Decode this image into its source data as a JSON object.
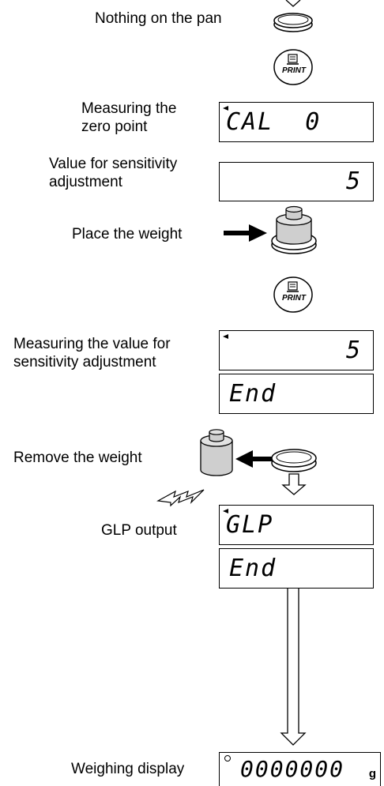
{
  "labels": {
    "nothing_on_pan": "Nothing on the pan",
    "measuring_zero_1": "Measuring the",
    "measuring_zero_2": "zero point",
    "value_sens_1": "Value for sensitivity",
    "value_sens_2": "adjustment",
    "place_weight": "Place the weight",
    "measuring_value_1": "Measuring the value for",
    "measuring_value_2": "sensitivity adjustment",
    "remove_weight": "Remove the weight",
    "glp_output": "GLP output",
    "weighing_display": "Weighing display"
  },
  "keys": {
    "print_label": "PRINT"
  },
  "displays": {
    "cal_zero": "CAL  0",
    "sens_value": "5",
    "measuring_sens": "5",
    "end_1": "End",
    "glp": "GLP",
    "end_2": "End",
    "weighing": "0000000",
    "weighing_unit": "g"
  }
}
